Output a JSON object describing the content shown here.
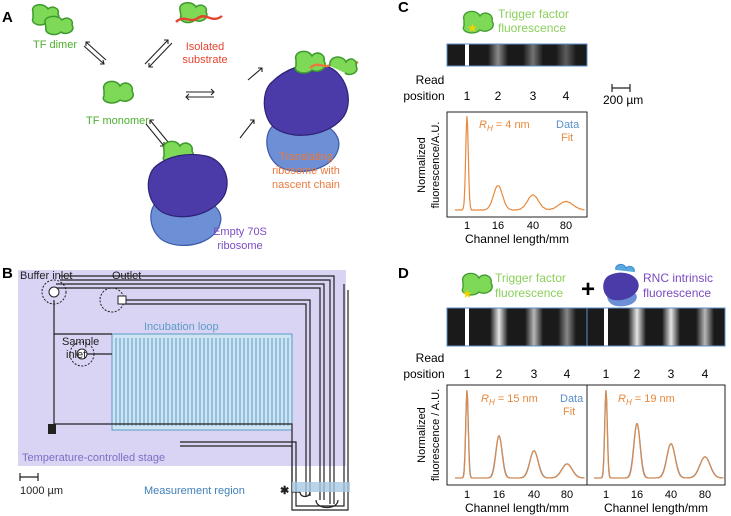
{
  "panels": {
    "A": {
      "letter": "A",
      "labels": {
        "tf_dimer": "TF dimer",
        "isolated_l1": "Isolated",
        "isolated_l2": "substrate",
        "tf_monomer": "TF monomer",
        "translating_l1": "Translating",
        "translating_l2": "ribosome with",
        "translating_l3": "nascent chain",
        "empty_l1": "Empty 70S",
        "empty_l2": "ribosome"
      }
    },
    "B": {
      "letter": "B",
      "labels": {
        "buffer_inlet": "Buffer inlet",
        "outlet": "Outlet",
        "incubation_loop": "Incubation loop",
        "sample_l1": "Sample",
        "sample_l2": "inlet",
        "temp_stage": "Temperature-controlled stage",
        "scale": "1000 µm",
        "measurement": "Measurement region"
      }
    },
    "C": {
      "letter": "C",
      "legend_l1": "Trigger factor",
      "legend_l2": "fluorescence",
      "read_l1": "Read",
      "read_l2": "position",
      "positions": [
        "1",
        "2",
        "3",
        "4"
      ],
      "scale": "200 µm",
      "ylabel_l1": "Normalized",
      "ylabel_l2": "fluorescence/A.U.",
      "xlabel": "Channel length/mm",
      "xticks": [
        "1",
        "16",
        "40",
        "80"
      ],
      "rh_prefix": "R",
      "rh_sub": "H",
      "rh_value": " = 4 nm",
      "data_label": "Data",
      "fit_label": "Fit"
    },
    "D": {
      "letter": "D",
      "legend1_l1": "Trigger factor",
      "legend1_l2": "fluorescence",
      "plus": "+",
      "legend2_l1": "RNC intrinsic",
      "legend2_l2": "fluorescence",
      "read_l1": "Read",
      "read_l2": "position",
      "positions": [
        "1",
        "2",
        "3",
        "4"
      ],
      "ylabel_l1": "Normalized",
      "ylabel_l2": "fluorescence / A.U.",
      "xlabel": "Channel length/mm",
      "xticks": [
        "1",
        "16",
        "40",
        "80"
      ],
      "left_rh_prefix": "R",
      "left_rh_sub": "H",
      "left_rh_value": " = 15 nm",
      "right_rh_prefix": "R",
      "right_rh_sub": "H",
      "right_rh_value": " = 19 nm",
      "data_label": "Data",
      "fit_label": "Fit"
    }
  },
  "colors": {
    "tf_green": "#7ed957",
    "tf_green_dark": "#3e9a2c",
    "substrate_red": "#e2452f",
    "nascent_orange": "#e87a3e",
    "ribosome_dark": "#4b3ba8",
    "ribosome_light": "#6d8fd6",
    "purple_label": "#7a4bc2",
    "stage_fill": "#d9d4f4",
    "loop_blue": "#5b9bc8",
    "measure_blue": "#3f7fb8",
    "data_blue": "#5a8fc8",
    "fit_orange": "#e8893c",
    "legend_green": "#8bcf5b"
  },
  "chart_data": [
    {
      "type": "line",
      "panel": "C",
      "xlabel": "Channel length/mm",
      "ylabel": "Normalized fluorescence/A.U.",
      "xticks": [
        "1",
        "16",
        "40",
        "80"
      ],
      "peaks": [
        {
          "position": "1",
          "relative_height": 1.0
        },
        {
          "position": "16",
          "relative_height": 0.26
        },
        {
          "position": "40",
          "relative_height": 0.16
        },
        {
          "position": "80",
          "relative_height": 0.09
        }
      ],
      "series": [
        {
          "name": "Data"
        },
        {
          "name": "Fit"
        }
      ],
      "annotation": "RH = 4 nm"
    },
    {
      "type": "line",
      "panel": "D-left",
      "xlabel": "Channel length/mm",
      "ylabel": "Normalized fluorescence / A.U.",
      "xticks": [
        "1",
        "16",
        "40",
        "80"
      ],
      "peaks": [
        {
          "position": "1",
          "relative_height": 1.0
        },
        {
          "position": "16",
          "relative_height": 0.48
        },
        {
          "position": "40",
          "relative_height": 0.31
        },
        {
          "position": "80",
          "relative_height": 0.16
        }
      ],
      "series": [
        {
          "name": "Data"
        },
        {
          "name": "Fit"
        }
      ],
      "annotation": "RH = 15 nm"
    },
    {
      "type": "line",
      "panel": "D-right",
      "xlabel": "Channel length/mm",
      "xticks": [
        "1",
        "16",
        "40",
        "80"
      ],
      "peaks": [
        {
          "position": "1",
          "relative_height": 1.0
        },
        {
          "position": "16",
          "relative_height": 0.62
        },
        {
          "position": "40",
          "relative_height": 0.39
        },
        {
          "position": "80",
          "relative_height": 0.24
        }
      ],
      "series": [
        {
          "name": "Data"
        },
        {
          "name": "Fit"
        }
      ],
      "annotation": "RH = 19 nm"
    }
  ]
}
